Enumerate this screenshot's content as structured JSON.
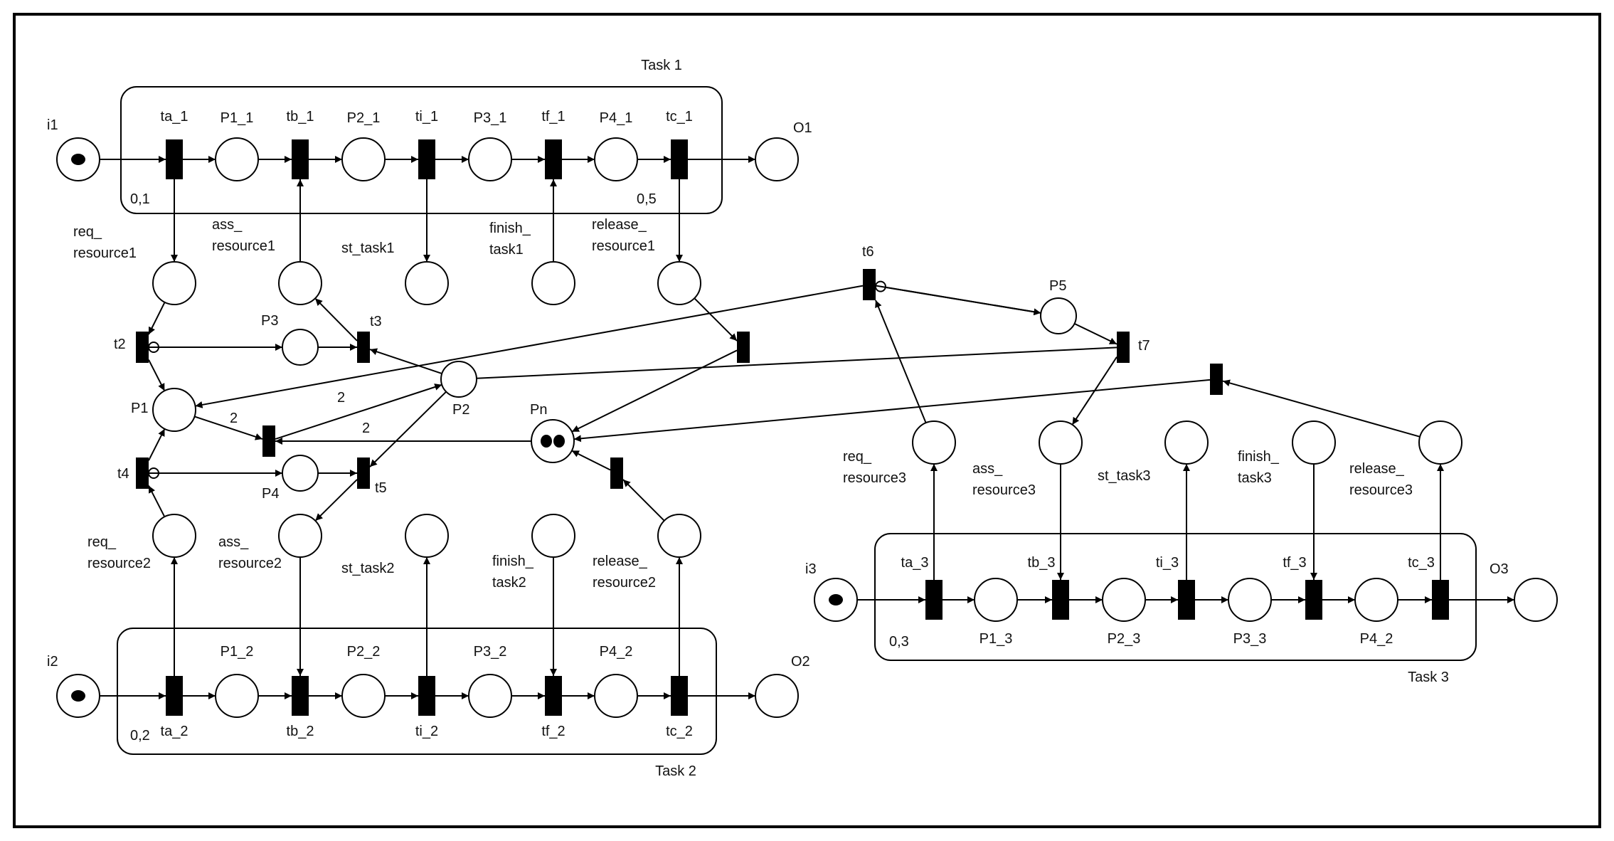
{
  "tasks": [
    {
      "id": "task1",
      "label": "Task 1",
      "start": "i1",
      "end": "O1",
      "prob_start": "0,1",
      "prob_end": "0,5",
      "transitions": [
        "ta_1",
        "tb_1",
        "ti_1",
        "tf_1",
        "tc_1"
      ],
      "places": [
        "P1_1",
        "P2_1",
        "P3_1",
        "P4_1"
      ],
      "interface": [
        {
          "id": "req_resource1",
          "lines": [
            "req_",
            "resource1"
          ]
        },
        {
          "id": "ass_resource1",
          "lines": [
            "ass_",
            "resource1"
          ]
        },
        {
          "id": "st_task1",
          "lines": [
            "st_task1"
          ]
        },
        {
          "id": "finish_task1",
          "lines": [
            "finish_",
            "task1"
          ]
        },
        {
          "id": "release_resource1",
          "lines": [
            "release_",
            "resource1"
          ]
        }
      ]
    },
    {
      "id": "task2",
      "label": "Task 2",
      "start": "i2",
      "end": "O2",
      "prob_start": "0,2",
      "transitions": [
        "ta_2",
        "tb_2",
        "ti_2",
        "tf_2",
        "tc_2"
      ],
      "places": [
        "P1_2",
        "P2_2",
        "P3_2",
        "P4_2"
      ],
      "interface": [
        {
          "id": "req_resource2",
          "lines": [
            "req_",
            "resource2"
          ]
        },
        {
          "id": "ass_resource2",
          "lines": [
            "ass_",
            "resource2"
          ]
        },
        {
          "id": "st_task2",
          "lines": [
            "st_task2"
          ]
        },
        {
          "id": "finish_task2",
          "lines": [
            "finish_",
            "task2"
          ]
        },
        {
          "id": "release_resource2",
          "lines": [
            "release_",
            "resource2"
          ]
        }
      ]
    },
    {
      "id": "task3",
      "label": "Task 3",
      "start": "i3",
      "end": "O3",
      "prob_start": "0,3",
      "transitions": [
        "ta_3",
        "tb_3",
        "ti_3",
        "tf_3",
        "tc_3"
      ],
      "places": [
        "P1_3",
        "P2_3",
        "P3_3",
        "P4_2"
      ],
      "interface": [
        {
          "id": "req_resource3",
          "lines": [
            "req_",
            "resource3"
          ]
        },
        {
          "id": "ass_resource3",
          "lines": [
            "ass_",
            "resource3"
          ]
        },
        {
          "id": "st_task3",
          "lines": [
            "st_task3"
          ]
        },
        {
          "id": "finish_task3",
          "lines": [
            "finish_",
            "task3"
          ]
        },
        {
          "id": "release_resource3",
          "lines": [
            "release_",
            "resource3"
          ]
        }
      ]
    }
  ],
  "control": {
    "transitions": [
      "t2",
      "t3",
      "t4",
      "t5",
      "t6",
      "t7"
    ],
    "places": [
      "P1",
      "P2",
      "P3",
      "P4",
      "P5",
      "Pn"
    ],
    "arc_weights": [
      "2",
      "2",
      "2"
    ],
    "tokens": {
      "i1": 1,
      "i2": 1,
      "i3": 1,
      "Pn": 2
    }
  },
  "colors": {
    "ink": "#000000",
    "paper": "#ffffff"
  }
}
